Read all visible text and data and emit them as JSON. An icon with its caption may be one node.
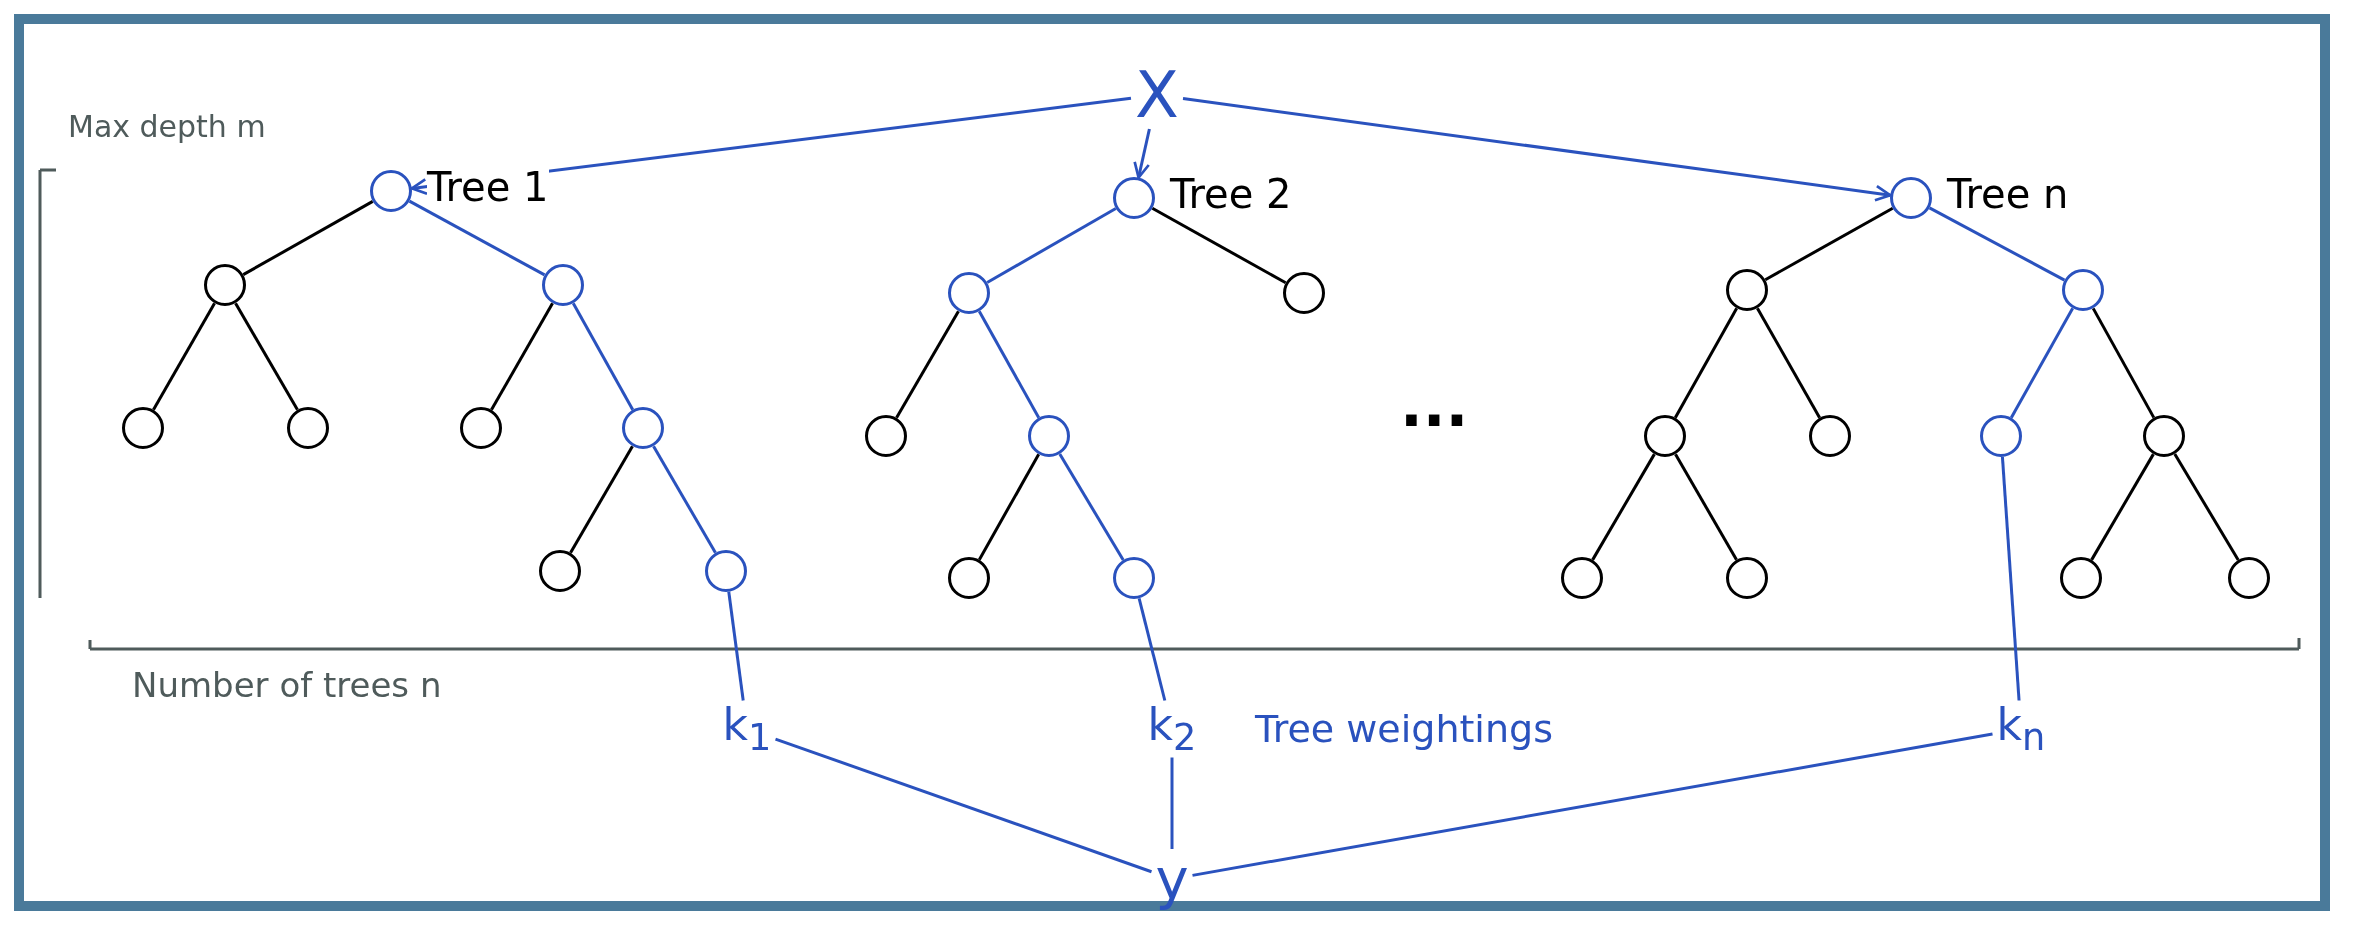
{
  "diagram": {
    "nodes": [
      {
        "text": [
          "X"
        ]
      },
      {
        "text": [],
        "shape": "circle",
        "beside": [
          "Tree 1"
        ]
      },
      {
        "text": [],
        "shape": "circle"
      },
      {
        "text": [],
        "shape": "circle"
      },
      {
        "text": [],
        "shape": "circle"
      },
      {
        "text": [],
        "shape": "circle"
      },
      {
        "text": [],
        "shape": "circle"
      },
      {
        "text": [],
        "shape": "circle"
      },
      {
        "text": [],
        "shape": "circle"
      },
      {
        "text": [],
        "shape": "circle"
      },
      {
        "text": [],
        "shape": "circle",
        "beside": [
          "Tree 2"
        ]
      },
      {
        "text": [],
        "shape": "circle"
      },
      {
        "text": [],
        "shape": "circle"
      },
      {
        "text": [],
        "shape": "circle"
      },
      {
        "text": [],
        "shape": "circle"
      },
      {
        "text": [],
        "shape": "circle"
      },
      {
        "text": [],
        "shape": "circle"
      },
      {
        "text": [],
        "shape": "circle",
        "beside": [
          "Tree n"
        ]
      },
      {
        "text": [],
        "shape": "circle"
      },
      {
        "text": [],
        "shape": "circle"
      },
      {
        "text": [],
        "shape": "circle"
      },
      {
        "text": [],
        "shape": "circle"
      },
      {
        "text": [],
        "shape": "circle"
      },
      {
        "text": [],
        "shape": "circle"
      },
      {
        "text": [],
        "shape": "circle"
      },
      {
        "text": [],
        "shape": "circle"
      },
      {
        "text": [],
        "shape": "circle"
      },
      {
        "text": [],
        "shape": "circle"
      },
      {
        "text": [
          "k$_{1}$"
        ]
      },
      {
        "text": [
          "k$_{2}$"
        ]
      },
      {
        "text": [
          "k$_{n}$"
        ]
      },
      {
        "text": [
          "y"
        ]
      }
    ],
    "edges": [
      {
        "from": 0,
        "to": 1,
        "arrow": "to"
      },
      {
        "from": 0,
        "to": 10,
        "arrow": "to"
      },
      {
        "from": 0,
        "to": 17,
        "arrow": "to"
      },
      {
        "from": 1,
        "to": 2,
        "arrow": "none",
        "color": "#000000"
      },
      {
        "from": 1,
        "to": 3,
        "arrow": "none"
      },
      {
        "from": 2,
        "to": 4,
        "arrow": "none",
        "color": "#000000"
      },
      {
        "from": 2,
        "to": 5,
        "arrow": "none",
        "color": "#000000"
      },
      {
        "from": 3,
        "to": 6,
        "arrow": "none",
        "color": "#000000"
      },
      {
        "from": 3,
        "to": 7,
        "arrow": "none"
      },
      {
        "from": 7,
        "to": 8,
        "arrow": "none",
        "color": "#000000"
      },
      {
        "from": 7,
        "to": 9,
        "arrow": "none"
      },
      {
        "from": 10,
        "to": 11,
        "arrow": "none"
      },
      {
        "from": 10,
        "to": 12,
        "arrow": "none",
        "color": "#000000"
      },
      {
        "from": 11,
        "to": 13,
        "arrow": "none",
        "color": "#000000"
      },
      {
        "from": 11,
        "to": 14,
        "arrow": "none"
      },
      {
        "from": 14,
        "to": 15,
        "arrow": "none",
        "color": "#000000"
      },
      {
        "from": 14,
        "to": 16,
        "arrow": "none"
      },
      {
        "from": 17,
        "to": 18,
        "arrow": "none",
        "color": "#000000"
      },
      {
        "from": 17,
        "to": 19,
        "arrow": "none"
      },
      {
        "from": 18,
        "to": 20,
        "arrow": "none",
        "color": "#000000"
      },
      {
        "from": 18,
        "to": 21,
        "arrow": "none",
        "color": "#000000"
      },
      {
        "from": 19,
        "to": 22,
        "arrow": "none"
      },
      {
        "from": 19,
        "to": 23,
        "arrow": "none",
        "color": "#000000"
      },
      {
        "from": 20,
        "to": 24,
        "arrow": "none",
        "color": "#000000"
      },
      {
        "from": 20,
        "to": 25,
        "arrow": "none",
        "color": "#000000"
      },
      {
        "from": 23,
        "to": 26,
        "arrow": "none",
        "color": "#000000"
      },
      {
        "from": 23,
        "to": 27,
        "arrow": "none",
        "color": "#000000"
      },
      {
        "from": 9,
        "to": 28,
        "arrow": "none"
      },
      {
        "from": 16,
        "to": 29,
        "arrow": "none"
      },
      {
        "from": 22,
        "to": 30,
        "arrow": "none"
      },
      {
        "from": 28,
        "to": 31,
        "arrow": "none"
      },
      {
        "from": 29,
        "to": 31,
        "arrow": "none"
      },
      {
        "from": 30,
        "to": 31,
        "arrow": "none"
      }
    ],
    "labels": [
      "Max depth m",
      "...",
      "Number of trees n",
      "Tree weightings"
    ]
  }
}
